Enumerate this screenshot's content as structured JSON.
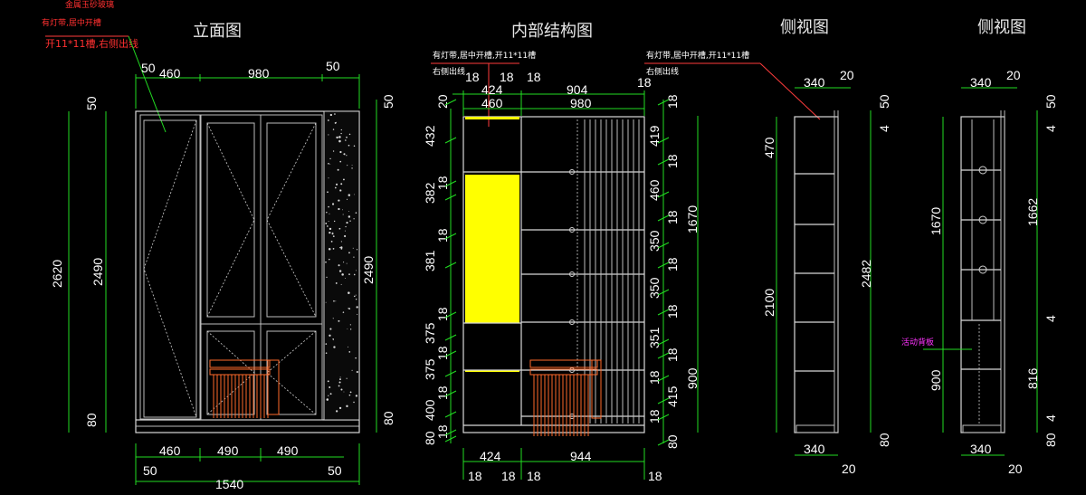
{
  "titles": {
    "elevation": "立面图",
    "internal": "内部结构图",
    "side1": "侧视图",
    "side2": "侧视图"
  },
  "notes": {
    "glass": "金属玉砂玻璃",
    "light_groove": "有灯带,居中开槽",
    "groove_right": "开11*11槽,右侧出线",
    "internal_light": "有灯带,居中开槽,开11*11槽",
    "internal_right": "右侧出线",
    "side_light": "有灯带,居中开槽,开11*11槽",
    "side_right": "右侧出线",
    "backboard": "活动背板"
  },
  "elevation": {
    "top": [
      "50",
      "460",
      "980",
      "50"
    ],
    "bottom": [
      "460",
      "490",
      "490"
    ],
    "bottom_edges": [
      "50",
      "50"
    ],
    "total_width": "1540",
    "left": [
      "50",
      "2620",
      "2490",
      "80"
    ],
    "right": [
      "50",
      "2490",
      "80"
    ]
  },
  "internal": {
    "top_row1": [
      "18",
      "18",
      "18"
    ],
    "top_row2": [
      "424",
      "904",
      "18"
    ],
    "top_row3": [
      "460",
      "980"
    ],
    "left_heights": [
      "20",
      "432",
      "18",
      "382",
      "18",
      "381",
      "18",
      "375",
      "18",
      "375",
      "18",
      "400",
      "18",
      "80"
    ],
    "right_heights": [
      "18",
      "419",
      "18",
      "460",
      "18",
      "350",
      "18",
      "350",
      "18",
      "351",
      "18",
      "18",
      "415",
      "18",
      "80"
    ],
    "right_totals": [
      "1670",
      "900"
    ],
    "bottom": [
      "424",
      "944"
    ],
    "bottom_edges": [
      "18",
      "18",
      "18",
      "18"
    ]
  },
  "side1": {
    "top": [
      "340",
      "20"
    ],
    "left": [
      "470",
      "2100"
    ],
    "right": [
      "50",
      "4",
      "2482",
      "80"
    ],
    "bottom": [
      "340",
      "20"
    ]
  },
  "side2": {
    "top": [
      "340",
      "20"
    ],
    "left": [
      "1670",
      "900"
    ],
    "right": [
      "50",
      "4",
      "1662",
      "4",
      "816",
      "4",
      "80"
    ],
    "bottom": [
      "340",
      "20"
    ]
  }
}
